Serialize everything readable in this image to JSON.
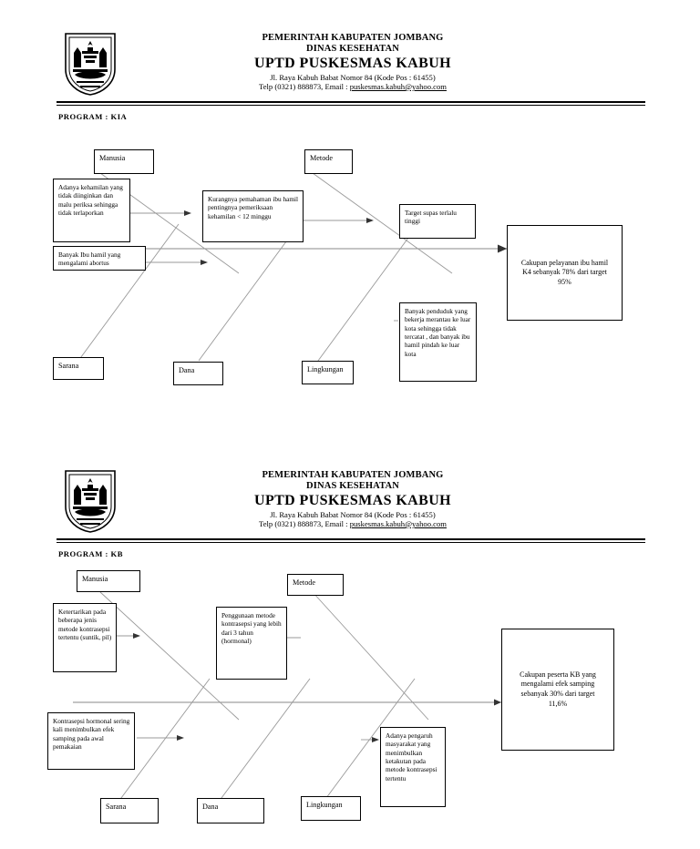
{
  "document": {
    "letterhead": {
      "line1": "PEMERINTAH KABUPATEN JOMBANG",
      "line2": "DINAS KESEHATAN",
      "line3": "UPTD PUSKESMAS  KABUH",
      "line4": "Jl. Raya Kabuh Babat Nomor 84 (Kode Pos : 61455)",
      "line5_prefix": "Telp (0321) 888873, Email : ",
      "line5_email": "puskesmas.kabuh@yahoo.com",
      "crest_name": "jombang-regency-crest"
    }
  },
  "sections": [
    {
      "program_label": "PROGRAM : KIA",
      "categories": {
        "top_left": "Manusia",
        "top_mid": "Metode",
        "bottom_left": "Sarana",
        "bottom_mid": "Dana",
        "bottom_right": "Lingkungan"
      },
      "causes": [
        {
          "id": "kia-manusia-1",
          "text": "Adanya kehamilan yang tidak diinginkan dan malu periksa sehingga tidak terlaporkan"
        },
        {
          "id": "kia-manusia-2",
          "text": "Banyak Ibu hamil yang mengalami abortus"
        },
        {
          "id": "kia-metode-1",
          "text": "Kurangnya pemahaman ibu hamil pentingnya pemeriksaan kehamilan < 12 minggu"
        },
        {
          "id": "kia-target-1",
          "text": "Target supas terlalu tinggi"
        },
        {
          "id": "kia-lingkungan-1",
          "text": "Banyak penduduk yang bekerja merantau ke luar kota sehingga tidak tercatat , dan banyak ibu hamil pindah ke luar kota"
        }
      ],
      "effect": "Cakupan pelayanan ibu hamil K4 sebanyak 78% dari target 95%"
    },
    {
      "program_label": "PROGRAM : KB",
      "categories": {
        "top_left": "Manusia",
        "top_mid": "Metode",
        "bottom_left": "Sarana",
        "bottom_mid": "Dana",
        "bottom_right": "Lingkungan"
      },
      "causes": [
        {
          "id": "kb-manusia-1",
          "text": "Ketertarikan pada beberapa jenis metode kontrasepsi tertentu (suntik, pil)"
        },
        {
          "id": "kb-metode-1",
          "text": "Penggunaan metode kontrasepsi yang lebih dari 3 tahun (hormonal)"
        },
        {
          "id": "kb-sarana-1",
          "text": "Kontrasepsi hormonal sering kali menimbulkan efek samping pada awal pemakaian"
        },
        {
          "id": "kb-lingkungan-1",
          "text": "Adanya pengaruh masyarakat yang menimbulkan ketakutan pada metode kontrasepsi tertentu"
        }
      ],
      "effect": "Cakupan peserta KB yang mengalami efek samping sebanyak 30% dari target 11,6%"
    }
  ],
  "colors": {
    "ink": "#000000",
    "paper": "#ffffff"
  }
}
